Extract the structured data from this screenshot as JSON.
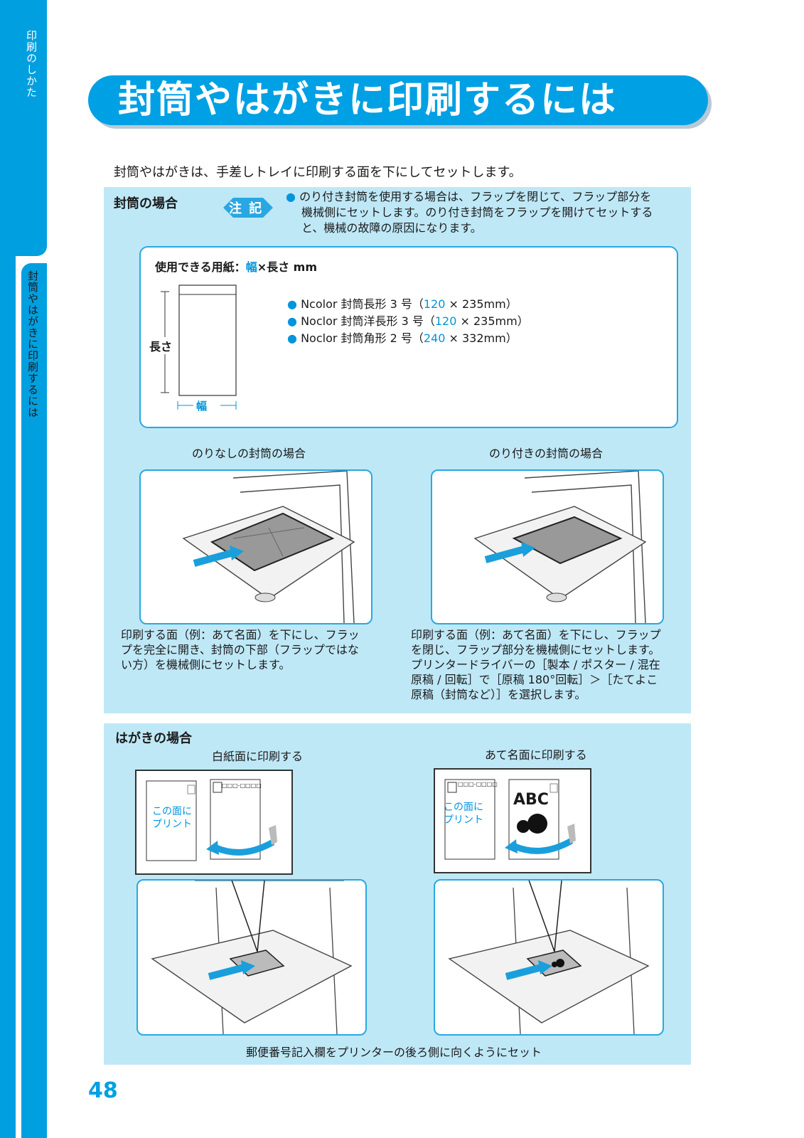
{
  "sidebar": {
    "section": "印刷のしかた",
    "topic": "封筒やはがきに印刷するには"
  },
  "title": "封筒やはがきに印刷するには",
  "intro": "封筒やはがきは、手差しトレイに印刷する面を下にしてセットします。",
  "envelope": {
    "heading": "封筒の場合",
    "note_badge": "注 記",
    "note_lines": [
      "のり付き封筒を使用する場合は、フラップを閉じて、フラップ部分を",
      "機械側にセットします。のり付き封筒をフラップを開けてセットする",
      "と、機械の故障の原因になります。"
    ],
    "size_title_prefix": "使用できる用紙：",
    "size_title_width": "幅",
    "size_title_suffix": "×長さ mm",
    "label_length": "長さ",
    "label_width": "幅",
    "sizes": [
      {
        "name": "Ncolor 封筒長形 3 号（",
        "w": "120",
        "rest": " × 235mm）"
      },
      {
        "name": "Noclor 封筒洋長形 3 号（",
        "w": "120",
        "rest": " × 235mm）"
      },
      {
        "name": "Noclor 封筒角形 2 号（",
        "w": "240",
        "rest": " × 332mm）"
      }
    ],
    "left_caption": "のりなしの封筒の場合",
    "right_caption": "のり付きの封筒の場合",
    "left_desc": [
      "印刷する面（例：あて名面）を下にし、フラッ",
      "プを完全に開き、封筒の下部（フラップではな",
      "い方）を機械側にセットします。"
    ],
    "right_desc": [
      "印刷する面（例：あて名面）を下にし、フラップ",
      "を閉じ、フラップ部分を機械側にセットします。",
      "プリンタードライバーの［製本 / ポスター / 混在",
      "原稿 / 回転］で［原稿 180°回転］＞［たてよこ",
      "原稿（封筒など）］を選択します。"
    ]
  },
  "postcard": {
    "heading": "はがきの場合",
    "left_caption": "白紙面に印刷する",
    "right_caption": "あて名面に印刷する",
    "print_here_1": "この面に",
    "print_here_2": "プリント",
    "postal_code": "□□□-□□□□",
    "abc": "ABC",
    "footer": "郵便番号記入欄をプリンターの後ろ側に向くようにセット"
  },
  "page_number": "48",
  "colors": {
    "accent": "#00a0e4",
    "panel": "#bfe8f7"
  }
}
